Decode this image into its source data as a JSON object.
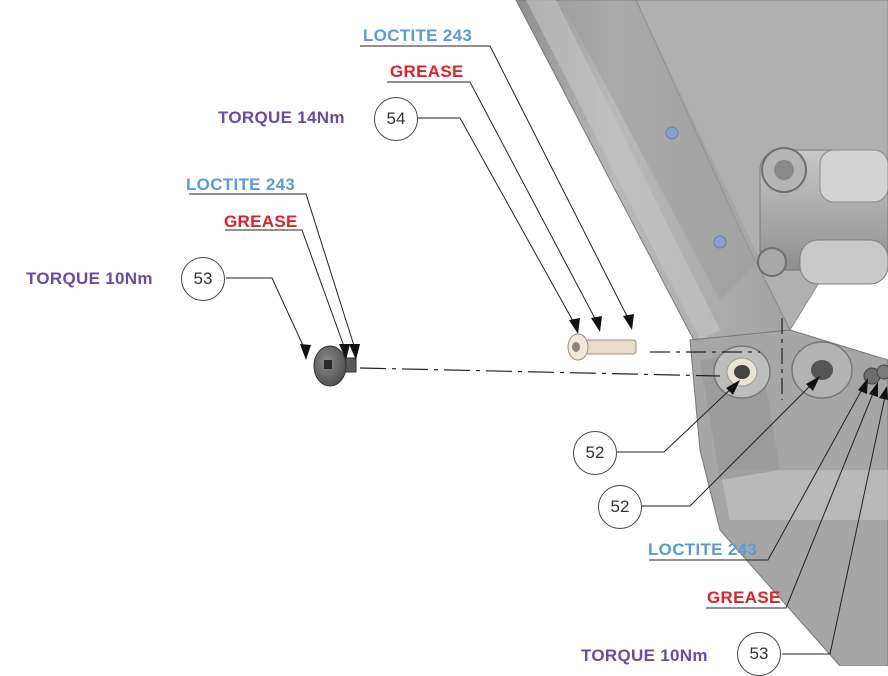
{
  "callouts": {
    "a_loctite": "LOCTITE 243",
    "a_grease": "GREASE",
    "a_torque": "TORQUE 14Nm",
    "a_ref": "54",
    "b_loctite": "LOCTITE 243",
    "b_grease": "GREASE",
    "b_torque": "TORQUE 10Nm",
    "b_ref": "53",
    "c_ref1": "52",
    "c_ref2": "52",
    "d_loctite": "LOCTITE 243",
    "d_grease": "GREASE",
    "d_torque": "TORQUE 10Nm",
    "d_ref": "53"
  },
  "colors": {
    "loctite": "#5b9bd5",
    "grease": "#e0202b",
    "torque": "#6a4aa8",
    "frame": "#a9a9a9"
  }
}
